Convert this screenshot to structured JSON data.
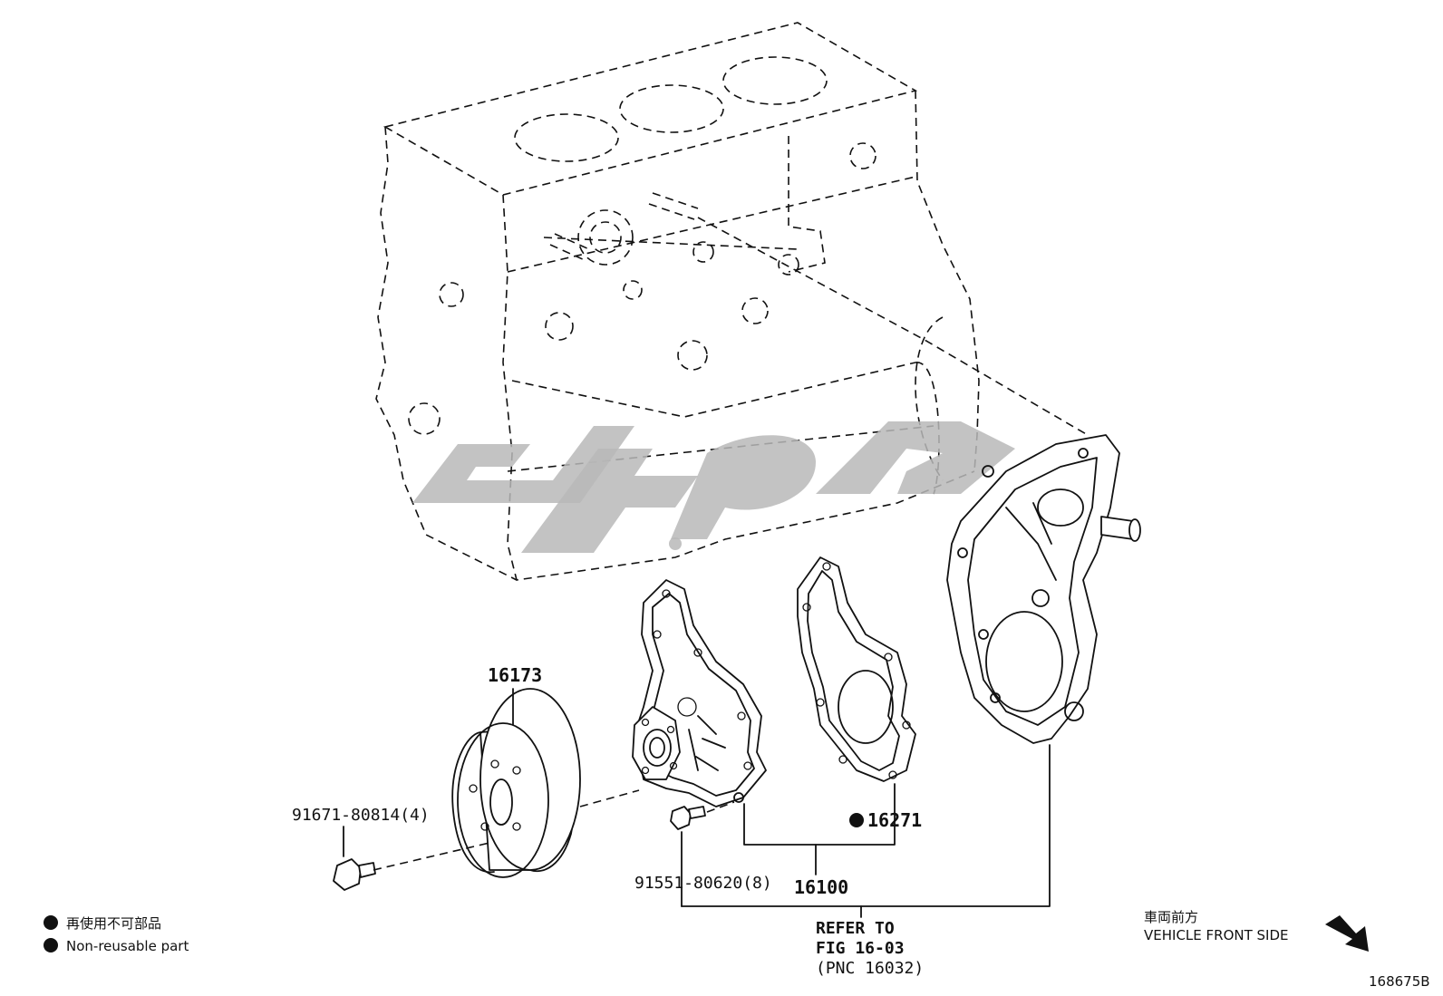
{
  "parts": {
    "pulley": "16173",
    "pulley_bolt": "91671-80814(4)",
    "pump_bolt": "91551-80620(8)",
    "gasket": "16271",
    "water_pump_assy": "16100"
  },
  "refer": {
    "line1": "REFER TO",
    "line2": "FIG 16-03",
    "line3": "(PNC 16032)"
  },
  "legend": {
    "japanese": "再使用不可部品",
    "english": "Non-reusable part"
  },
  "direction": {
    "japanese": "車両前方",
    "english": "VEHICLE FRONT SIDE"
  },
  "illustration_number": "168675B"
}
